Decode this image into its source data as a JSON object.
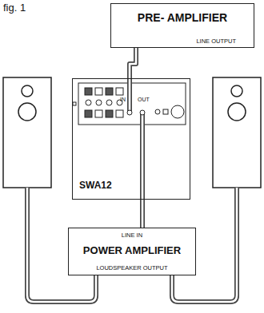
{
  "diagram": {
    "nodes": [
      {
        "text": [
          "PRE- AMPLIFIER",
          "LINE OUTPUT"
        ]
      },
      {
        "text": [
          "SWA12"
        ]
      },
      {
        "text": [
          "LINE IN",
          "POWER AMPLIFIER",
          "LOUDSPEAKER OUTPUT"
        ]
      }
    ],
    "edges": [
      {
        "from": 0,
        "to": 1,
        "arrow": "none"
      },
      {
        "from": 1,
        "to": 2,
        "arrow": "none"
      }
    ],
    "labels": [
      "fig. 1",
      "IN",
      "OUT"
    ]
  }
}
